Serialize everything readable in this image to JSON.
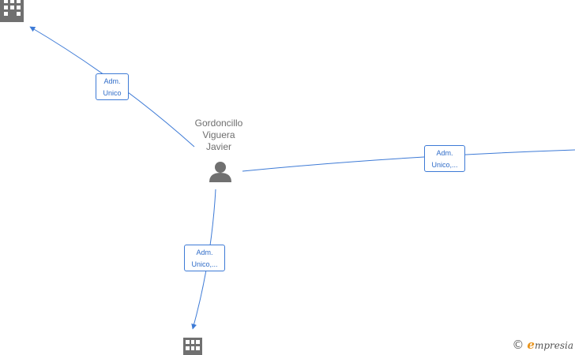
{
  "person": {
    "name_lines": [
      "Gordoncillo",
      "Viguera",
      "Javier"
    ],
    "icon": "person-icon"
  },
  "companies": [
    {
      "id": "company-top-left",
      "icon": "building-icon"
    },
    {
      "id": "company-bottom",
      "icon": "building-icon"
    },
    {
      "id": "company-right",
      "icon": "building-icon"
    }
  ],
  "edges": [
    {
      "target": "company-top-left",
      "label_lines": [
        "Adm.",
        "Unico"
      ]
    },
    {
      "target": "company-right",
      "label_lines": [
        "Adm.",
        "Unico,..."
      ]
    },
    {
      "target": "company-bottom",
      "label_lines": [
        "Adm.",
        "Unico,..."
      ]
    }
  ],
  "colors": {
    "edge": "#3d7ad6",
    "icon": "#707070",
    "label_text": "#2f6cc8",
    "brand_accent": "#e8931a"
  },
  "footer": {
    "copyright_symbol": "©",
    "brand_initial": "e",
    "brand_rest": "mpresia"
  }
}
